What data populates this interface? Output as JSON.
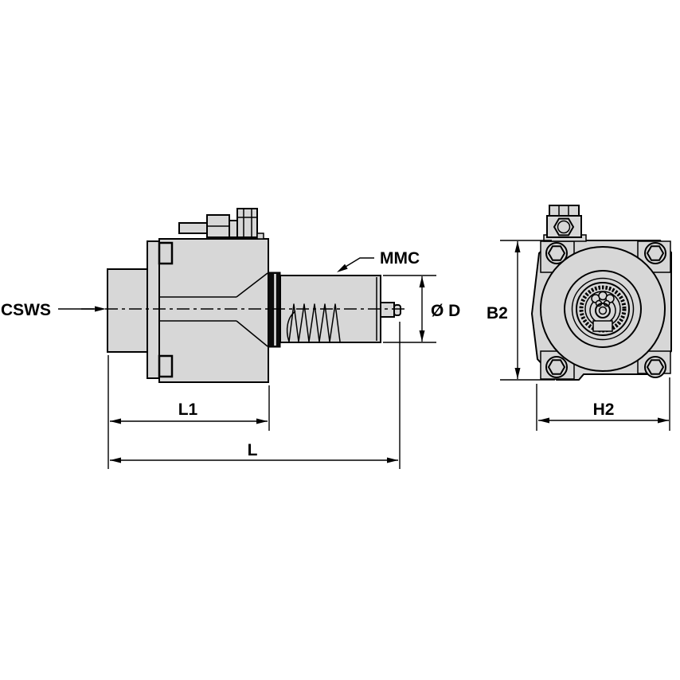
{
  "drawing": {
    "type": "technical-drawing-two-views",
    "labels": {
      "connection": "CSWS",
      "mmc": "MMC",
      "diameter": "Ø D",
      "b2": "B2",
      "l1": "L1",
      "l": "L",
      "h2": "H2"
    },
    "colors": {
      "background": "#ffffff",
      "line": "#000000",
      "part_fill": "#d7d7d7",
      "collar_fill": "#0c0c0c"
    }
  }
}
